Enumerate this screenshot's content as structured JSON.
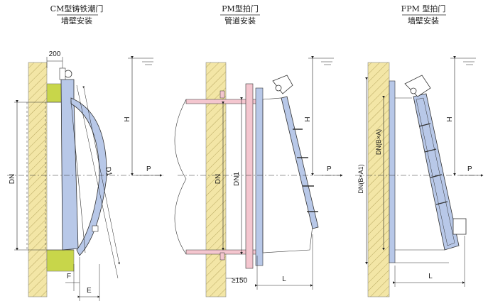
{
  "panels": [
    {
      "title": "CM型铸铁潮门",
      "subtitle": "墙壁安装"
    },
    {
      "title": "PM型拍门",
      "subtitle": "管道安装"
    },
    {
      "title": "FPM 型拍门",
      "subtitle": "墙壁安装"
    }
  ],
  "labels": {
    "p1_200": "200",
    "p1_dn": "DN",
    "p1_d1": "D1",
    "p1_h": "H",
    "p1_p": "P",
    "p1_f": "F",
    "p1_e": "E",
    "p2_dn": "DN",
    "p2_dn1": "DN1",
    "p2_h": "H",
    "p2_p": "P",
    "p2_150": "≥150",
    "p2_l": "L",
    "p3_dnba1": "DN(B×A1)",
    "p3_dnba": "DN(B×A)",
    "p3_h": "H",
    "p3_p": "P",
    "p3_l": "L"
  },
  "colors": {
    "wall": "#f3e6a6",
    "seal": "#c8d64a",
    "door": "#b8c8e8",
    "pipe": "#f4c6cf",
    "line": "#2a2a2a"
  }
}
